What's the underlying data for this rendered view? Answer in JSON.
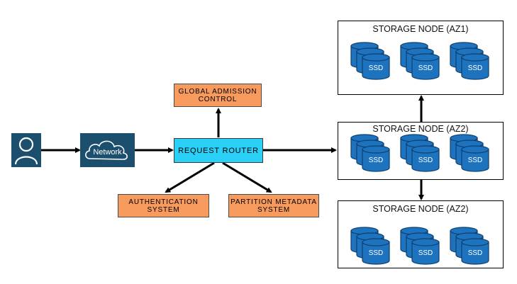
{
  "components": {
    "network": {
      "label": "Network"
    },
    "global_admission": {
      "label_line1": "GLOBAL ADMISSION",
      "label_line2": "CONTROL"
    },
    "request_router": {
      "label": "REQUEST ROUTER"
    },
    "authentication": {
      "label_line1": "AUTHENTICATION",
      "label_line2": "SYSTEM"
    },
    "partition_metadata": {
      "label_line1": "PARTITION METADATA",
      "label_line2": "SYSTEM"
    }
  },
  "storage_nodes": [
    {
      "title": "STORAGE NODE (AZ1)",
      "disk_label": "SSD"
    },
    {
      "title": "STORAGE NODE (AZ2)",
      "disk_label": "SSD"
    },
    {
      "title": "STORAGE NODE (AZ2)",
      "disk_label": "SSD"
    }
  ],
  "colors": {
    "user_fill": "#1c4e6e",
    "network_fill": "#1c4e6e",
    "router_fill": "#2ad0f5",
    "orange_fill": "#f79a5e",
    "disk_fill": "#1e73be",
    "disk_stroke": "#0f3f6e"
  }
}
